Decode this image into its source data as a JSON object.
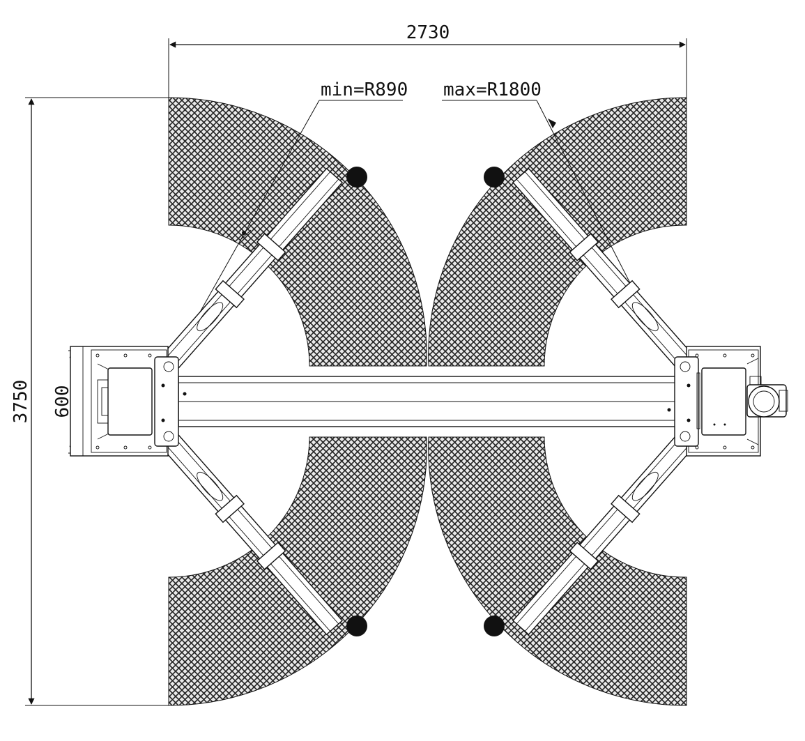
{
  "dimensions": {
    "overall_width": "2730",
    "overall_length": "3750",
    "column_depth": "600"
  },
  "radius_labels": {
    "min": "min=R890",
    "max": "max=R1800"
  },
  "colors": {
    "line": "#111111",
    "hatch_fill": "#2a2a2a",
    "background": "#ffffff"
  }
}
